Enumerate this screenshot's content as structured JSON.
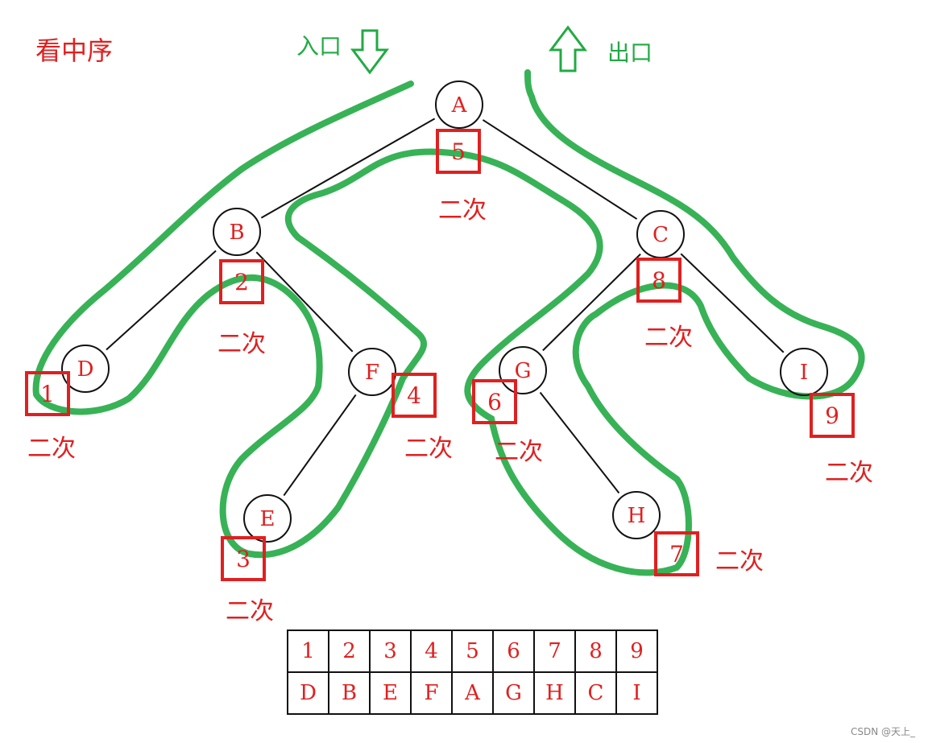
{
  "title": "看中序",
  "entry_label": "入口",
  "exit_label": "出口",
  "visit_label": "二次",
  "nodes": [
    {
      "id": "A",
      "label": "A",
      "order": "5"
    },
    {
      "id": "B",
      "label": "B",
      "order": "2"
    },
    {
      "id": "C",
      "label": "C",
      "order": "8"
    },
    {
      "id": "D",
      "label": "D",
      "order": "1"
    },
    {
      "id": "E",
      "label": "E",
      "order": "3"
    },
    {
      "id": "F",
      "label": "F",
      "order": "4"
    },
    {
      "id": "G",
      "label": "G",
      "order": "6"
    },
    {
      "id": "H",
      "label": "H",
      "order": "7"
    },
    {
      "id": "I",
      "label": "I",
      "order": "9"
    }
  ],
  "edges": [
    [
      "A",
      "B"
    ],
    [
      "A",
      "C"
    ],
    [
      "B",
      "D"
    ],
    [
      "B",
      "F"
    ],
    [
      "F",
      "E"
    ],
    [
      "C",
      "G"
    ],
    [
      "C",
      "I"
    ],
    [
      "G",
      "H"
    ]
  ],
  "table": {
    "order_row": [
      "1",
      "2",
      "3",
      "4",
      "5",
      "6",
      "7",
      "8",
      "9"
    ],
    "node_row": [
      "D",
      "B",
      "E",
      "F",
      "A",
      "G",
      "H",
      "C",
      "I"
    ]
  },
  "colors": {
    "path": "#22aa44",
    "marker": "#e02020",
    "node": "#111111"
  },
  "watermark": "CSDN @天上_"
}
